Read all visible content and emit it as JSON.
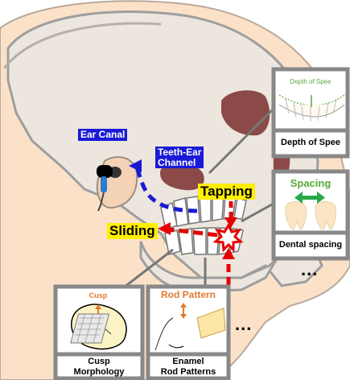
{
  "labels": {
    "ear_canal": "Ear Canal",
    "teeth_ear_channel": "Teeth-Ear\nChannel",
    "tapping": "Tapping",
    "sliding": "Sliding"
  },
  "panels": {
    "depth_of_spee": {
      "inner_label": "Depth of Spee",
      "caption": "Depth of Spee"
    },
    "spacing": {
      "inner_label": "Spacing",
      "caption": "Dental spacing"
    },
    "cusp": {
      "inner_label": "Cusp",
      "caption": "Cusp\nMorphology"
    },
    "rod_pattern": {
      "inner_label": "Rod Pattern",
      "caption": "Enamel\nRod Patterns"
    }
  },
  "ellipsis": {
    "right": "...",
    "bottom": "..."
  },
  "colors": {
    "skin": "#fbe1c8",
    "skull": "#ece6df",
    "outline": "#9e9e9e",
    "dark_red": "#8b4a48",
    "blue": "#1a1ad6",
    "red": "#e60000",
    "yellow": "#ffee00",
    "green_text": "#5aa83a",
    "orange": "#e07a2e"
  },
  "icons": [
    "earphone-icon",
    "tooth-icon",
    "double-arrow-icon",
    "star-burst-icon"
  ]
}
